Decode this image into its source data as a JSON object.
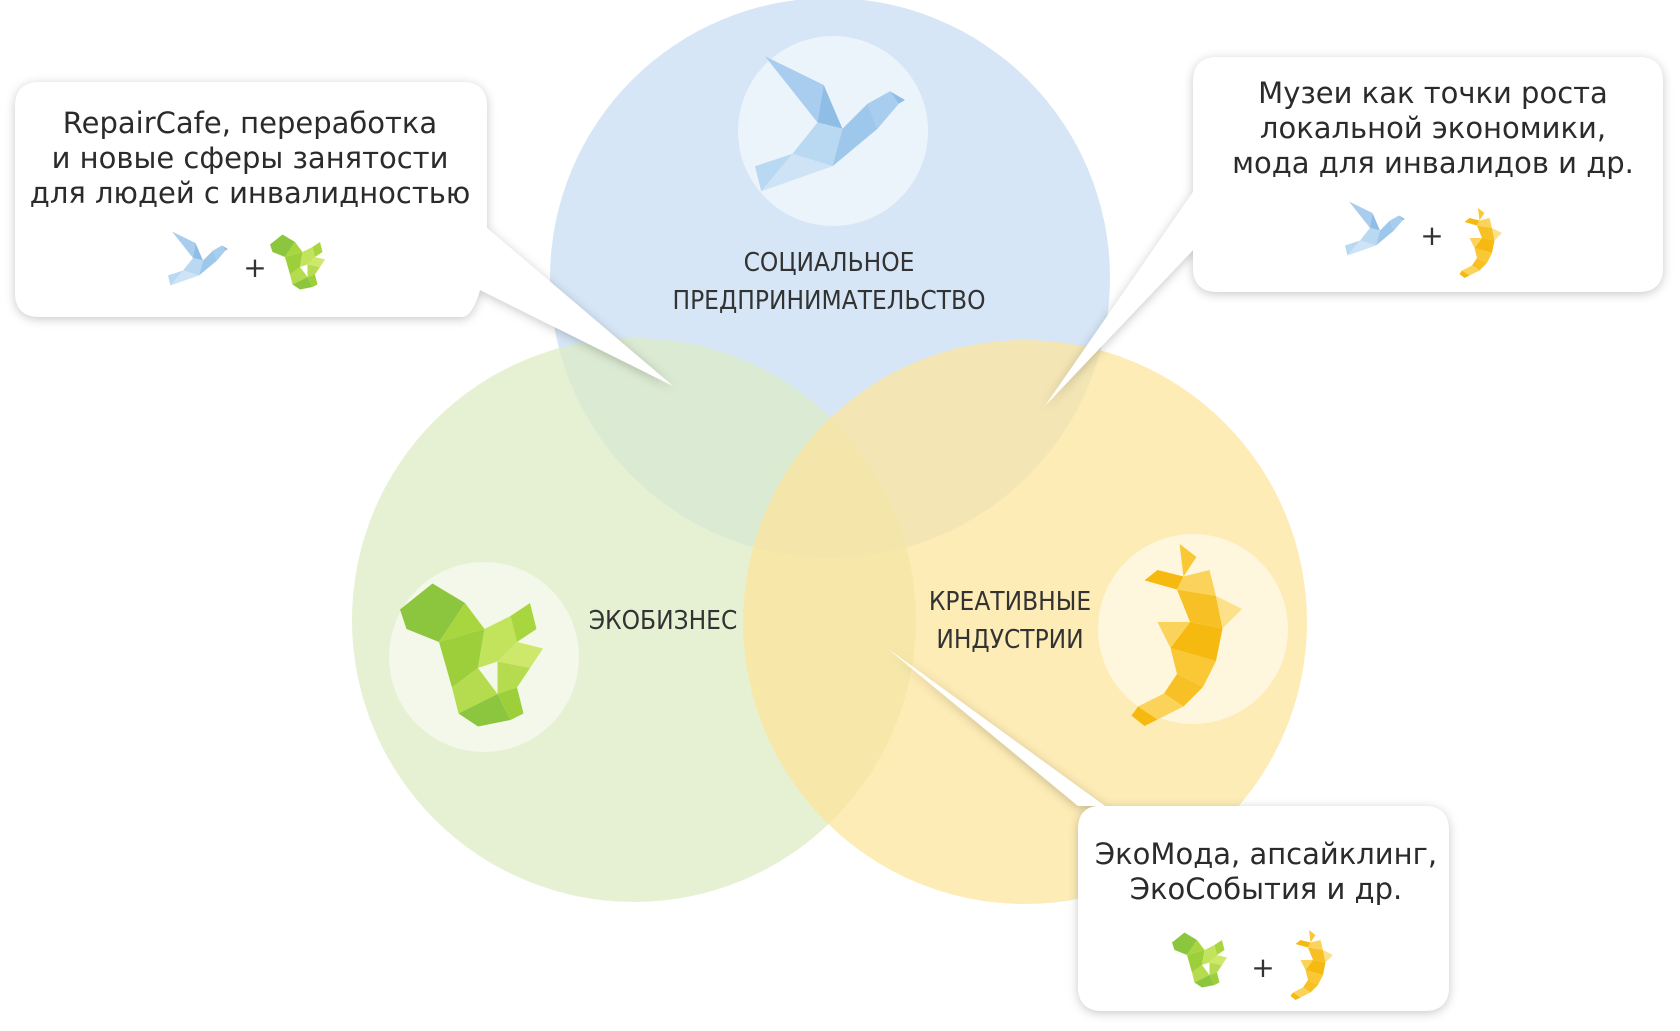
{
  "circles": {
    "social": {
      "label_line1": "СОЦИАЛЬНОЕ",
      "label_line2": "ПРЕДПРИНИМАТЕЛЬСТВО",
      "color": "#cfe2f5",
      "icon": "origami-crane-icon"
    },
    "eco": {
      "label_line1": "ЭКОБИЗНЕС",
      "color": "#e3efc9",
      "icon": "origami-squirrel-icon"
    },
    "creative": {
      "label_line1": "КРЕАТИВНЫЕ",
      "label_line2": "ИНДУСТРИИ",
      "color": "#fde9a6",
      "icon": "origami-seahorse-icon"
    }
  },
  "callouts": {
    "social_eco": {
      "lines": [
        "RepairCafe, переработка",
        "и новые сферы занятости",
        "для людей с инвалидностью"
      ],
      "plus": "+"
    },
    "social_creative": {
      "lines": [
        "Музеи как точки роста",
        "локальной экономики,",
        "мода для инвалидов и др."
      ],
      "plus": "+"
    },
    "eco_creative": {
      "lines": [
        "ЭкоМода, апсайклинг,",
        "ЭкоСобытия и др."
      ],
      "plus": "+"
    }
  },
  "colors": {
    "blue": "#a8cdee",
    "green": "#a8d63f",
    "yellow": "#f5b90f"
  }
}
